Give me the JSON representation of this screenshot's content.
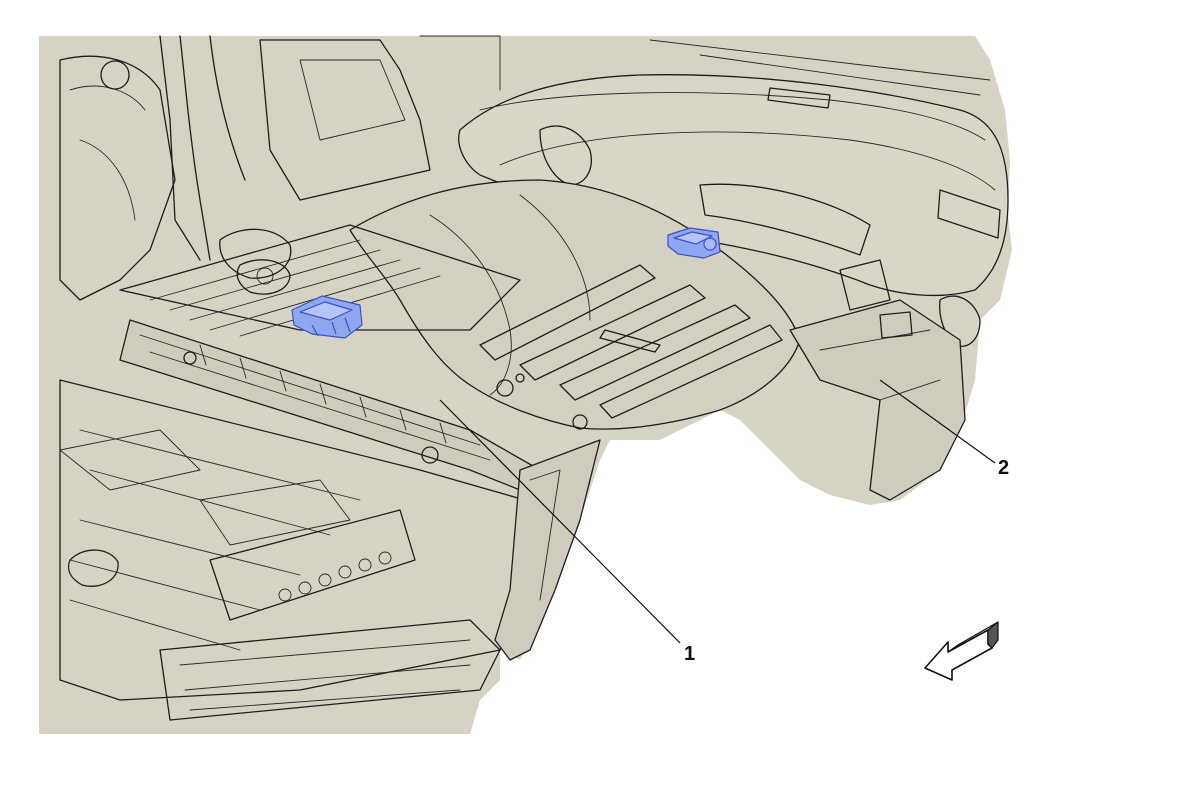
{
  "diagram": {
    "colors": {
      "body": "#d6d2c4",
      "body_shade": "#cdc9ba",
      "line": "#1e1e1e",
      "highlight": "#8fa6f0",
      "highlight_dark": "#3a55c8",
      "background": "#ffffff"
    },
    "callouts": [
      {
        "id": "1",
        "label": "1"
      },
      {
        "id": "2",
        "label": "2"
      }
    ],
    "direction_arrow": {
      "icon": "direction-arrow-icon"
    }
  }
}
